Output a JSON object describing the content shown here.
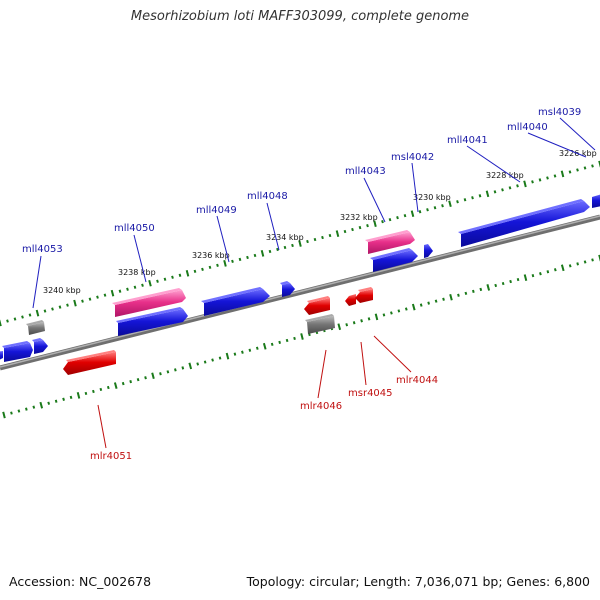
{
  "header": {
    "title": "Mesorhizobium loti MAFF303099, complete genome"
  },
  "footer": {
    "accession": "Accession: NC_002678",
    "summary": "Topology: circular; Length: 7,036,071 bp; Genes: 6,800"
  },
  "colors": {
    "forward_gene": "#1515d8",
    "forward_other": "#e8308a",
    "reverse_gene": "#e00000",
    "pseudo_gene": "#777777",
    "backbone": "#8a8a8a",
    "tick": "#1a7a1a",
    "label_plus": "#1a1aa6",
    "label_minus": "#c01010"
  },
  "scale_labels": [
    "3240 kbp",
    "3238 kbp",
    "3236 kbp",
    "3234 kbp",
    "3232 kbp",
    "3230 kbp",
    "3228 kbp",
    "3226 kbp"
  ],
  "gene_labels_plus": [
    "msl4039",
    "mll4040",
    "mll4041",
    "msl4042",
    "mll4043",
    "mll4048",
    "mll4049",
    "mll4050",
    "mll4053"
  ],
  "gene_labels_minus": [
    "mlr4044",
    "msr4045",
    "mlr4046",
    "mlr4051"
  ]
}
